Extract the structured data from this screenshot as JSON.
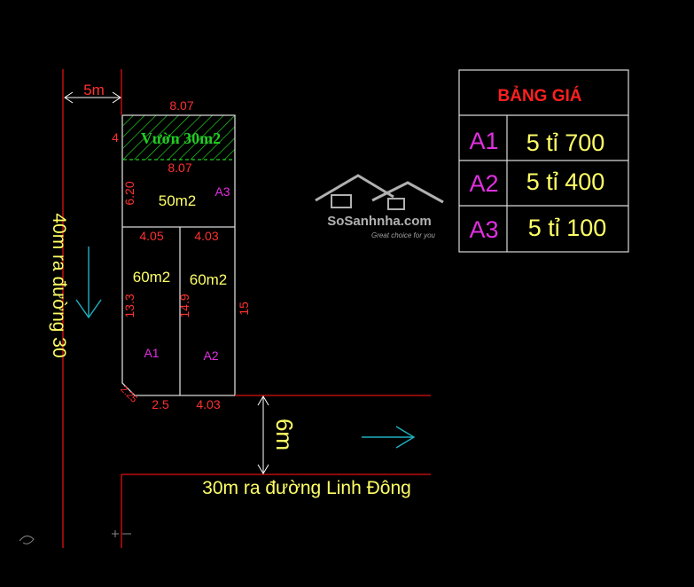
{
  "plan": {
    "dims": {
      "road_width": "5m",
      "top_width": "8.07",
      "garden_depth": "4",
      "garden_bottom_width": "8.07",
      "a3_depth": "6.20",
      "a1_width": "4.05",
      "a2_width": "4.03",
      "a1_depth": "13.3",
      "a2_depth": "14.9",
      "right_depth": "15",
      "corner_cut": "2.25",
      "bottom_a1": "2.5",
      "bottom_a2": "4.03"
    },
    "areas": {
      "garden": "Vườn 30m2",
      "a3": "50m2",
      "a1": "60m2",
      "a2": "60m2"
    },
    "lots": {
      "a1": "A1",
      "a2": "A2",
      "a3": "A3"
    },
    "roads": {
      "left_road": "40m ra đường 30",
      "bottom_road": "30m ra đường Linh Đông",
      "alley_width": "6m"
    }
  },
  "price_table": {
    "title": "BẢNG GIÁ",
    "rows": [
      {
        "lot": "A1",
        "price": "5 tỉ 700"
      },
      {
        "lot": "A2",
        "price": "5 tỉ 400"
      },
      {
        "lot": "A3",
        "price": "5 tỉ 100"
      }
    ]
  },
  "watermark": {
    "brand": "SoSanhnha.com",
    "tagline": "Great choice for you"
  },
  "colors": {
    "background": "#000000",
    "boundary_red": "#e01010",
    "dim_red": "#ff3030",
    "text_white": "#ffffff",
    "area_yellow": "#ffff66",
    "lot_magenta": "#e030e0",
    "garden_green": "#22cc22",
    "arrow_cyan": "#20b0c0",
    "table_title_red": "#ff2020"
  }
}
